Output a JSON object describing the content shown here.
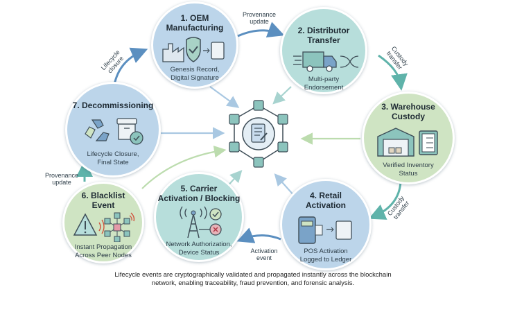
{
  "diagram": {
    "type": "cycle",
    "center": {
      "icon": "blockchain-ledger-icon",
      "label": ""
    },
    "nodes": [
      {
        "step": 1,
        "title_line1": "1. OEM",
        "title_line2": "Manufacturing",
        "sub_line1": "Genesis Record,",
        "sub_line2": "Digital Signature",
        "icon": "factory-shield-document-icon",
        "color": "#bcd5ea"
      },
      {
        "step": 2,
        "title_line1": "2. Distributor",
        "title_line2": "Transfer",
        "sub_line1": "Multi-party",
        "sub_line2": "Endorsement",
        "icon": "truck-shuffle-icon",
        "color": "#b7dedb"
      },
      {
        "step": 3,
        "title_line1": "3. Warehouse",
        "title_line2": "Custody",
        "sub_line1": "Verified Inventory",
        "sub_line2": "Status",
        "icon": "warehouse-checklist-icon",
        "color": "#cfe4c3"
      },
      {
        "step": 4,
        "title_line1": "4. Retail",
        "title_line2": "Activation",
        "sub_line1": "POS Activation",
        "sub_line2": "Logged to Ledger",
        "icon": "pos-terminal-ledger-icon",
        "color": "#bcd5ea"
      },
      {
        "step": 5,
        "title_line1": "5. Carrier",
        "title_line2": "Activation / Blocking",
        "sub_line1": "Network Authorization,",
        "sub_line2": "Device Status",
        "icon": "cell-tower-status-icon",
        "color": "#b7dedb"
      },
      {
        "step": 6,
        "title_line1": "6. Blacklist",
        "title_line2": "Event",
        "sub_line1": "Instant Propagation",
        "sub_line2": "Across Peer Nodes",
        "icon": "warning-network-icon",
        "color": "#cfe4c3"
      },
      {
        "step": 7,
        "title_line1": "7. Decommissioning",
        "title_line2": "",
        "sub_line1": "Lifecycle Closure,",
        "sub_line2": "Final State",
        "icon": "recycle-archive-icon",
        "color": "#bcd5ea"
      }
    ],
    "edges": [
      {
        "from": 1,
        "to": 2,
        "label_line1": "Provenance",
        "label_line2": "update"
      },
      {
        "from": 2,
        "to": 3,
        "label_line1": "Custody",
        "label_line2": "transfer"
      },
      {
        "from": 3,
        "to": 4,
        "label_line1": "Custody",
        "label_line2": "transfer"
      },
      {
        "from": 4,
        "to": 5,
        "label_line1": "Activation",
        "label_line2": "event"
      },
      {
        "from": 6,
        "to": 7,
        "label_line1": "Provenance",
        "label_line2": "update"
      },
      {
        "from": 7,
        "to": 1,
        "label_line1": "Lifecycle",
        "label_line2": "closure"
      }
    ],
    "caption_line1": "Lifecycle events are cryptographically validated and propagated instantly across the blockchain",
    "caption_line2": "network, enabling traceability, fraud prevention, and forensic analysis."
  }
}
